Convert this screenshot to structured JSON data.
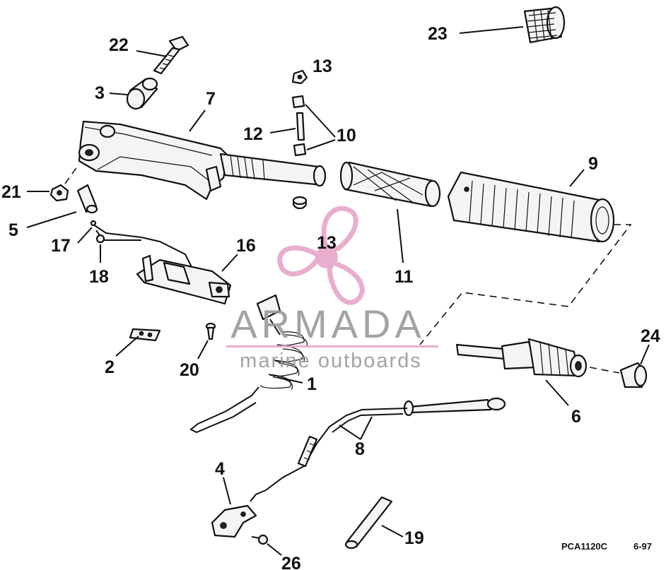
{
  "callouts": {
    "c1": "1",
    "c2": "2",
    "c3": "3",
    "c4": "4",
    "c5": "5",
    "c6": "6",
    "c7": "7",
    "c8": "8",
    "c9": "9",
    "c10": "10",
    "c11": "11",
    "c12": "12",
    "c13a": "13",
    "c13b": "13",
    "c16": "16",
    "c17": "17",
    "c18": "18",
    "c19": "19",
    "c20": "20",
    "c21": "21",
    "c22": "22",
    "c23": "23",
    "c24": "24",
    "c26": "26"
  },
  "footer": {
    "code": "PCA1120C",
    "date": "6-97"
  },
  "watermark": {
    "brand": "ARMADA",
    "tagline": "marine outboards",
    "color": "#e7a6c9",
    "text_color": "#9a9a9a"
  }
}
